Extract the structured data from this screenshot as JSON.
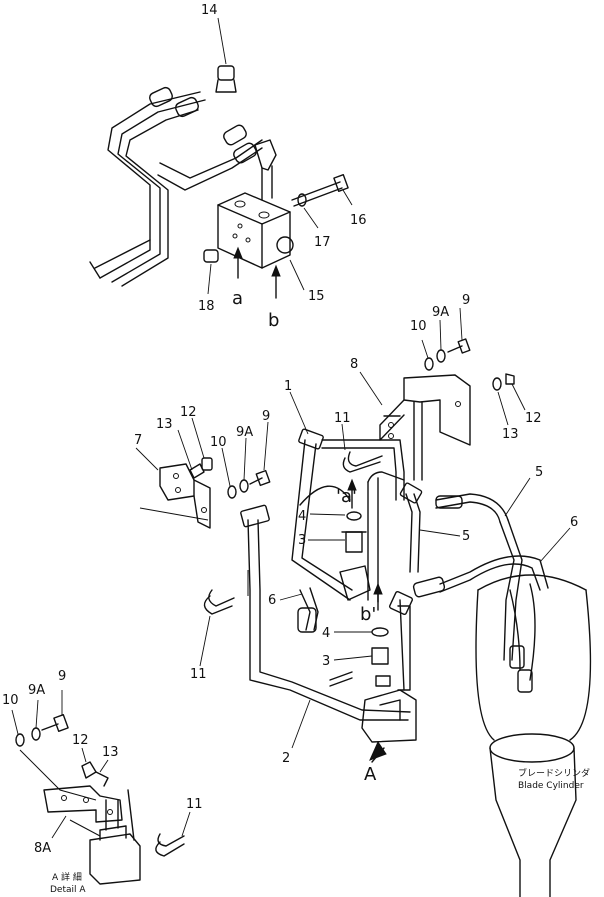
{
  "labels": {
    "p14": "14",
    "p16": "16",
    "p17": "17",
    "p15": "15",
    "p18": "18",
    "a": "a",
    "b": "b",
    "p10_top": "10",
    "p9A_top": "9A",
    "p9_top": "9",
    "p8": "8",
    "p12_right": "12",
    "p13_right": "13",
    "p1": "1",
    "p11_mid": "11",
    "a_prime": "'a'",
    "p5_a": "5",
    "p5_b": "5",
    "p4_a": "4",
    "p3_a": "3",
    "p6_a": "6",
    "p6_b": "6",
    "b_prime": "b'",
    "p4_b": "4",
    "p3_b": "3",
    "p2": "2",
    "A": "A",
    "p13_left": "13",
    "p12_left": "12",
    "p9A_left": "9A",
    "p9_left": "9",
    "p10_left": "10",
    "p7": "7",
    "p11_left": "11",
    "p9_detail": "9",
    "p9A_detail": "9A",
    "p10_detail": "10",
    "p12_detail": "12",
    "p13_detail": "13",
    "p11_detail": "11",
    "p8A": "8A",
    "blade_jp": "ブレードシリンダ",
    "blade_en": "Blade  Cylinder",
    "detail_jp": "A  詳 細",
    "detail_en": "Detail  A"
  }
}
